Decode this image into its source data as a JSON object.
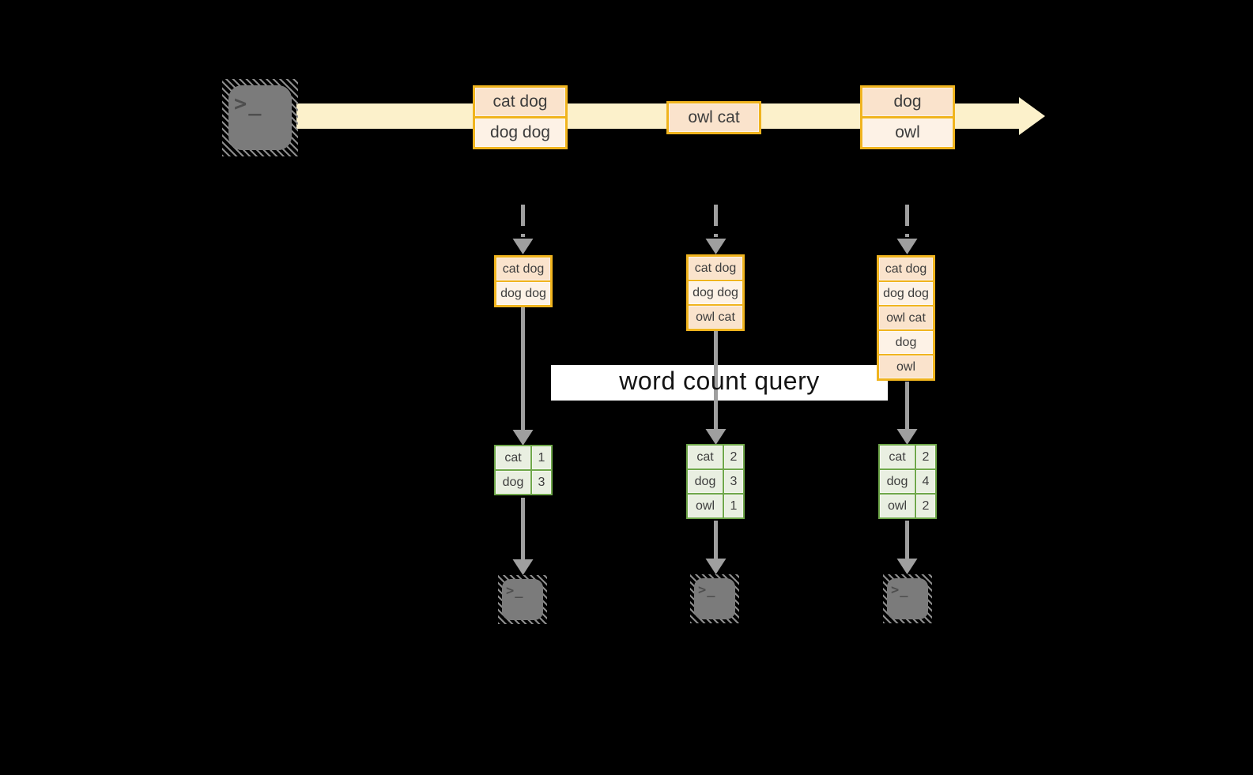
{
  "colors": {
    "background": "#000000",
    "stream_band": "#fcf1cb",
    "box_border_gold": "#f0b41e",
    "box_fill_peach": "#fae3cc",
    "box_fill_cream": "#fdf2e6",
    "table_border_green": "#6fa74a",
    "table_cell_green": "#e9efe1",
    "arrow_gray": "#9f9f9f",
    "banner_bg": "#ffffff"
  },
  "source_terminal": {
    "glyph": ">_"
  },
  "stream": {
    "batches": [
      {
        "rows": [
          "cat dog",
          "dog dog"
        ]
      },
      {
        "rows": [
          "owl cat"
        ]
      },
      {
        "rows": [
          "dog",
          "owl"
        ]
      }
    ]
  },
  "query_banner": {
    "label": "word count query"
  },
  "columns": [
    {
      "state_rows": [
        "cat dog",
        "dog dog"
      ],
      "counts": [
        {
          "word": "cat",
          "count": "1"
        },
        {
          "word": "dog",
          "count": "3"
        }
      ],
      "sink_glyph": ">_"
    },
    {
      "state_rows": [
        "cat dog",
        "dog dog",
        "owl cat"
      ],
      "counts": [
        {
          "word": "cat",
          "count": "2"
        },
        {
          "word": "dog",
          "count": "3"
        },
        {
          "word": "owl",
          "count": "1"
        }
      ],
      "sink_glyph": ">_"
    },
    {
      "state_rows": [
        "cat dog",
        "dog dog",
        "owl cat",
        "dog",
        "owl"
      ],
      "counts": [
        {
          "word": "cat",
          "count": "2"
        },
        {
          "word": "dog",
          "count": "4"
        },
        {
          "word": "owl",
          "count": "2"
        }
      ],
      "sink_glyph": ">_"
    }
  ]
}
